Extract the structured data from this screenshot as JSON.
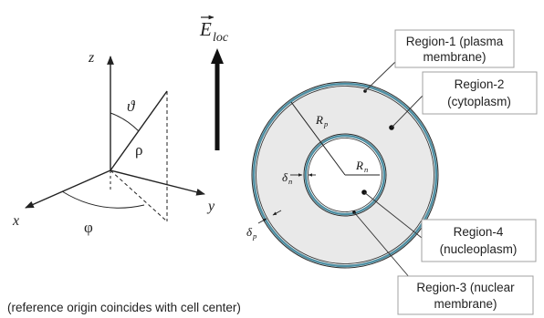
{
  "axes": {
    "z": "z",
    "x": "x",
    "y": "y",
    "theta": "ϑ",
    "rho": "ρ",
    "phi": "φ"
  },
  "field": {
    "symbol": "E",
    "subscript": "loc"
  },
  "cell": {
    "Rp": {
      "symbol": "R",
      "subscript": "p"
    },
    "Rn": {
      "symbol": "R",
      "subscript": "n"
    },
    "delta_n": {
      "symbol": "δ",
      "subscript": "n"
    },
    "delta_p": {
      "symbol": "δ",
      "subscript": "p"
    }
  },
  "regions": [
    {
      "line1": "Region-1 (plasma",
      "line2": "membrane)"
    },
    {
      "line1": "Region-2",
      "line2": "(cytoplasm)"
    },
    {
      "line1": "Region-4",
      "line2": "(nucleoplasm)"
    },
    {
      "line1": "Region-3 (nuclear",
      "line2": "membrane)"
    }
  ],
  "caption": "(reference origin coincides with cell center)",
  "colors": {
    "membrane": "#4f8fa3",
    "cytoplasm": "#e9e9e9",
    "box_border": "#a0a0a0",
    "text": "#222222"
  }
}
